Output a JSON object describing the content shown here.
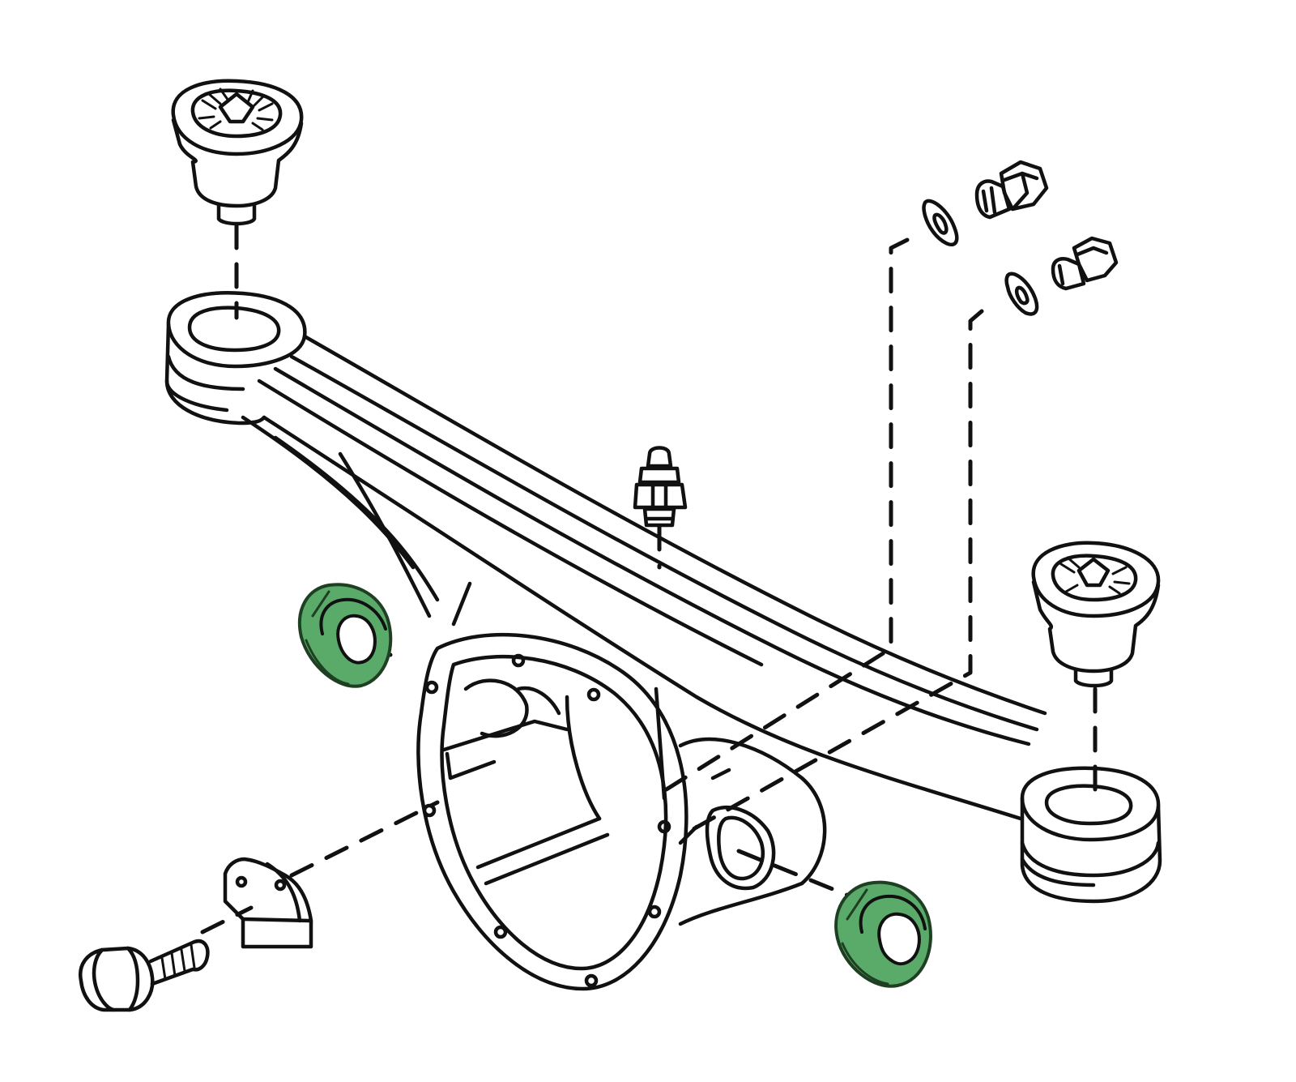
{
  "colors": {
    "background": "#ffffff",
    "line": "#111111",
    "highlight": "#5aab6a",
    "highlight_line": "#1f3f22"
  },
  "parts": [
    {
      "name": "mount-bushing-left",
      "highlighted": false
    },
    {
      "name": "mount-bushing-right",
      "highlighted": false
    },
    {
      "name": "crossmember-carrier",
      "highlighted": false
    },
    {
      "name": "breather-vent",
      "highlighted": false
    },
    {
      "name": "washer-upper",
      "highlighted": false
    },
    {
      "name": "bolt-upper",
      "highlighted": false
    },
    {
      "name": "washer-lower",
      "highlighted": false
    },
    {
      "name": "bolt-lower",
      "highlighted": false
    },
    {
      "name": "axle-oil-seal-left",
      "highlighted": true
    },
    {
      "name": "axle-oil-seal-right",
      "highlighted": true
    },
    {
      "name": "mounting-bracket",
      "highlighted": false
    },
    {
      "name": "hex-bolt",
      "highlighted": false
    }
  ]
}
